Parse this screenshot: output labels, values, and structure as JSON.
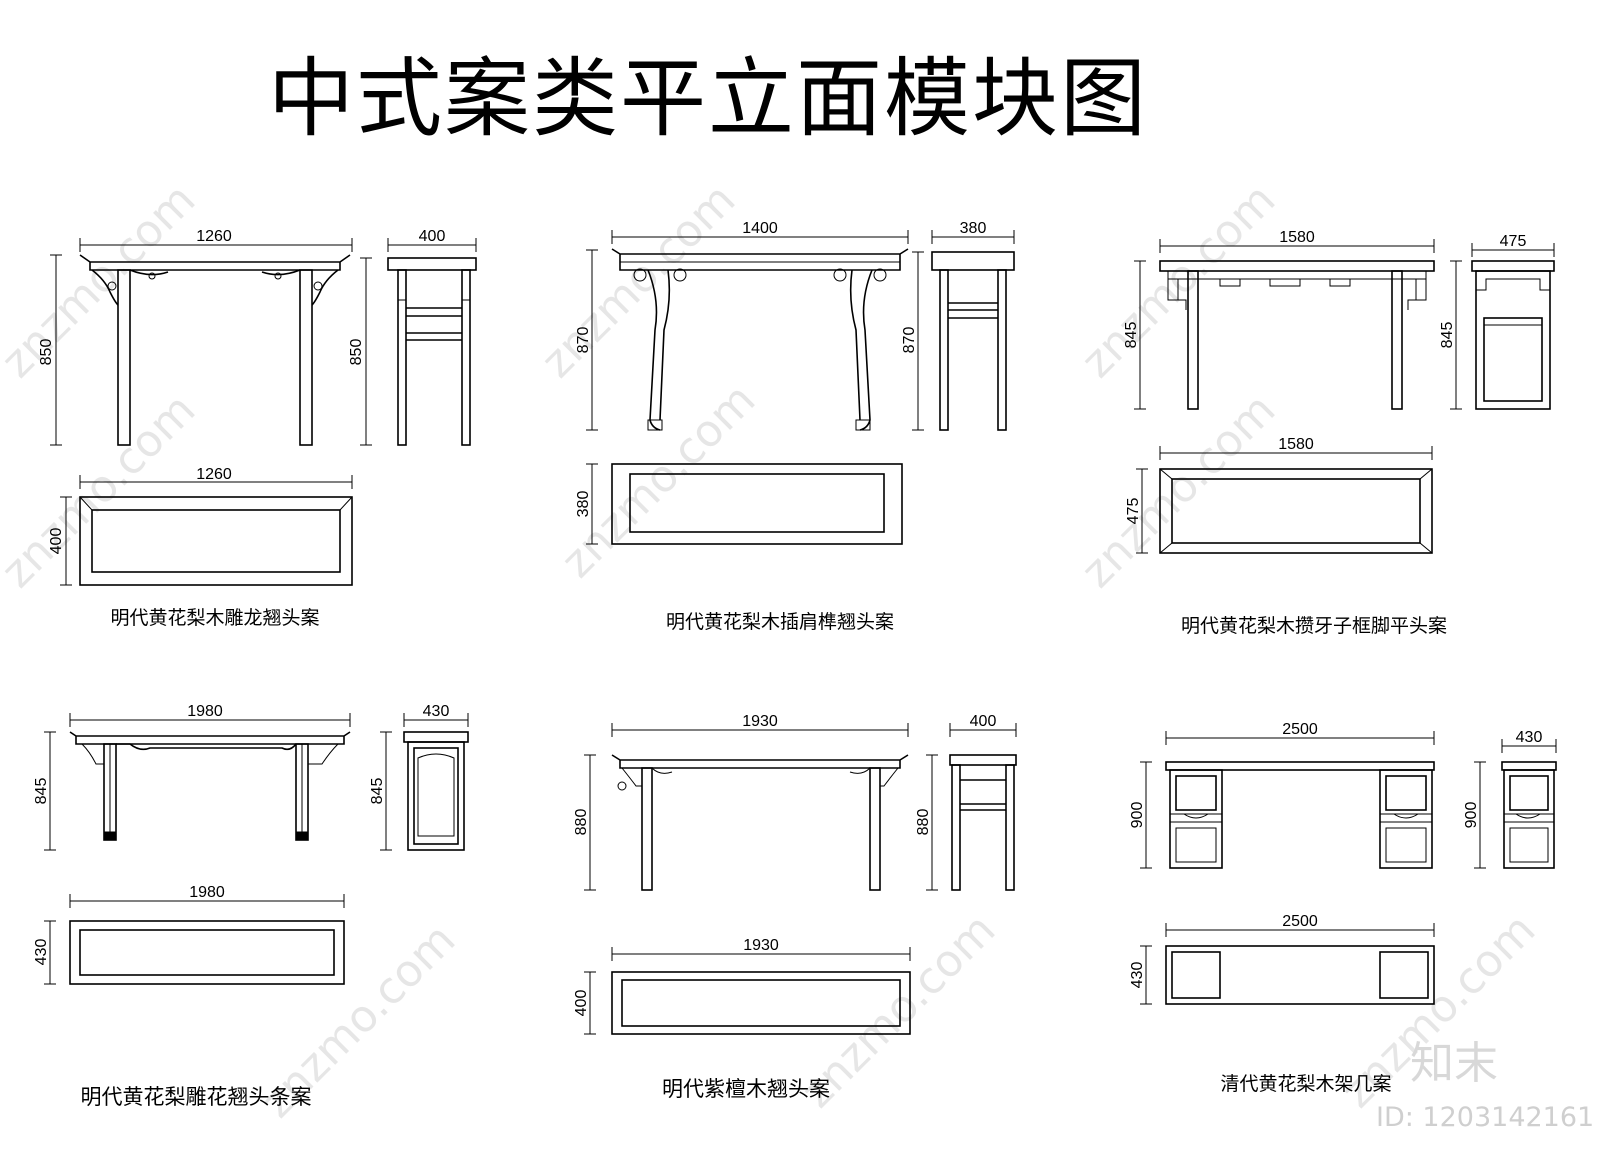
{
  "title": "中式案类平立面模块图",
  "watermark": "znzmo.com",
  "brand": "知末",
  "id_label": "ID: 1203142161",
  "tables": [
    {
      "caption": "明代黄花梨木雕龙翘头案",
      "front_width": "1260",
      "front_height": "850",
      "side_width": "400",
      "side_height": "850",
      "plan_width": "1260",
      "plan_depth": "400"
    },
    {
      "caption": "明代黄花梨木插肩榫翘头案",
      "front_width": "1400",
      "front_height": "870",
      "side_width": "380",
      "side_height": "870",
      "plan_depth": "380"
    },
    {
      "caption": "明代黄花梨木攒牙子框脚平头案",
      "front_width": "1580",
      "front_height": "845",
      "side_width": "475",
      "side_height": "845",
      "plan_width": "1580",
      "plan_depth": "475"
    },
    {
      "caption": "明代黄花梨雕花翘头条案",
      "front_width": "1980",
      "front_height": "845",
      "side_width": "430",
      "side_height": "845",
      "plan_width": "1980",
      "plan_depth": "430"
    },
    {
      "caption": "明代紫檀木翘头案",
      "front_width": "1930",
      "front_height": "880",
      "side_width": "400",
      "side_height": "880",
      "plan_width": "1930",
      "plan_depth": "400"
    },
    {
      "caption": "清代黄花梨木架几案",
      "front_width": "2500",
      "front_height": "900",
      "side_width": "430",
      "side_height": "900",
      "plan_width": "2500",
      "plan_depth": "430"
    }
  ]
}
